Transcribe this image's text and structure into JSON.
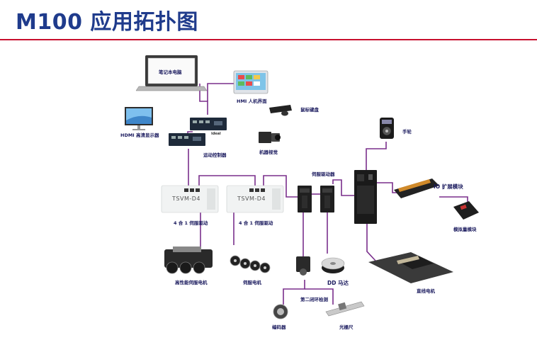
{
  "title": "M100 应用拓扑图",
  "colors": {
    "title": "#1f3b8c",
    "rule": "#c8102e",
    "wire": "#7a2f8c",
    "label": "#1a1a5e"
  },
  "devices": {
    "laptop": {
      "label": "笔记本电脑",
      "icon": "laptop-icon"
    },
    "hmi": {
      "label": "HMI 人机界面",
      "icon": "touch-panel-icon"
    },
    "keyboard_mouse": {
      "label": "鼠标键盘",
      "icon": "keyboard-icon"
    },
    "monitor": {
      "label": "HDMI 高清显示器",
      "icon": "monitor-icon"
    },
    "motion_controller": {
      "label": "运动控制器",
      "brand": "ideal"
    },
    "machine_vision": {
      "label": "机器视觉",
      "icon": "camera-icon"
    },
    "handwheel": {
      "label": "手轮",
      "icon": "pendant-icon"
    },
    "servo_drives": {
      "label": "伺服驱动器"
    },
    "io_module": {
      "label": "IO 扩展模块"
    },
    "analog_module": {
      "label": "模拟量模块"
    },
    "drive_a": {
      "label": "4 合 1 伺服驱动",
      "model": "TSVM-D4"
    },
    "drive_b": {
      "label": "4 合 1 伺服驱动",
      "model": "TSVM-D4"
    },
    "hp_servo_motor": {
      "label": "高性能伺服电机"
    },
    "servo_motor": {
      "label": "伺服电机"
    },
    "dd_motor": {
      "label": "DD 马达"
    },
    "linear_motor": {
      "label": "直线电机"
    },
    "second_loop": {
      "label": "第二闭环检测"
    },
    "encoder": {
      "label": "编码器"
    },
    "grating": {
      "label": "光栅尺"
    }
  }
}
